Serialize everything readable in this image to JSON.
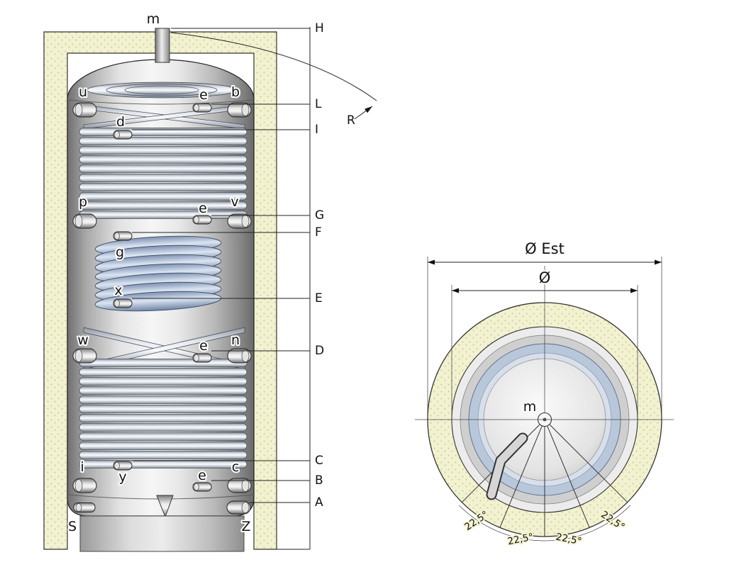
{
  "front_view": {
    "top_port": "m",
    "radius": "R",
    "dims": [
      "H",
      "L",
      "I",
      "G",
      "F",
      "E",
      "D",
      "C",
      "B",
      "A"
    ],
    "ports": [
      "u",
      "e",
      "b",
      "d",
      "p",
      "e",
      "v",
      "g",
      "x",
      "w",
      "e",
      "n",
      "i",
      "y",
      "e",
      "c"
    ],
    "base_ports": [
      "S",
      "Z"
    ]
  },
  "top_view": {
    "outer_dia": "Ø Est",
    "inner_dia": "Ø",
    "center": "m",
    "angles": [
      "22,5°",
      "22,5°",
      "22,5°",
      "22,5°"
    ]
  },
  "colors": {
    "insulation": "#f3f2d0",
    "coil_blue": "#b9c7db",
    "tank_gray": "#c9c9c9",
    "line": "#222222"
  }
}
